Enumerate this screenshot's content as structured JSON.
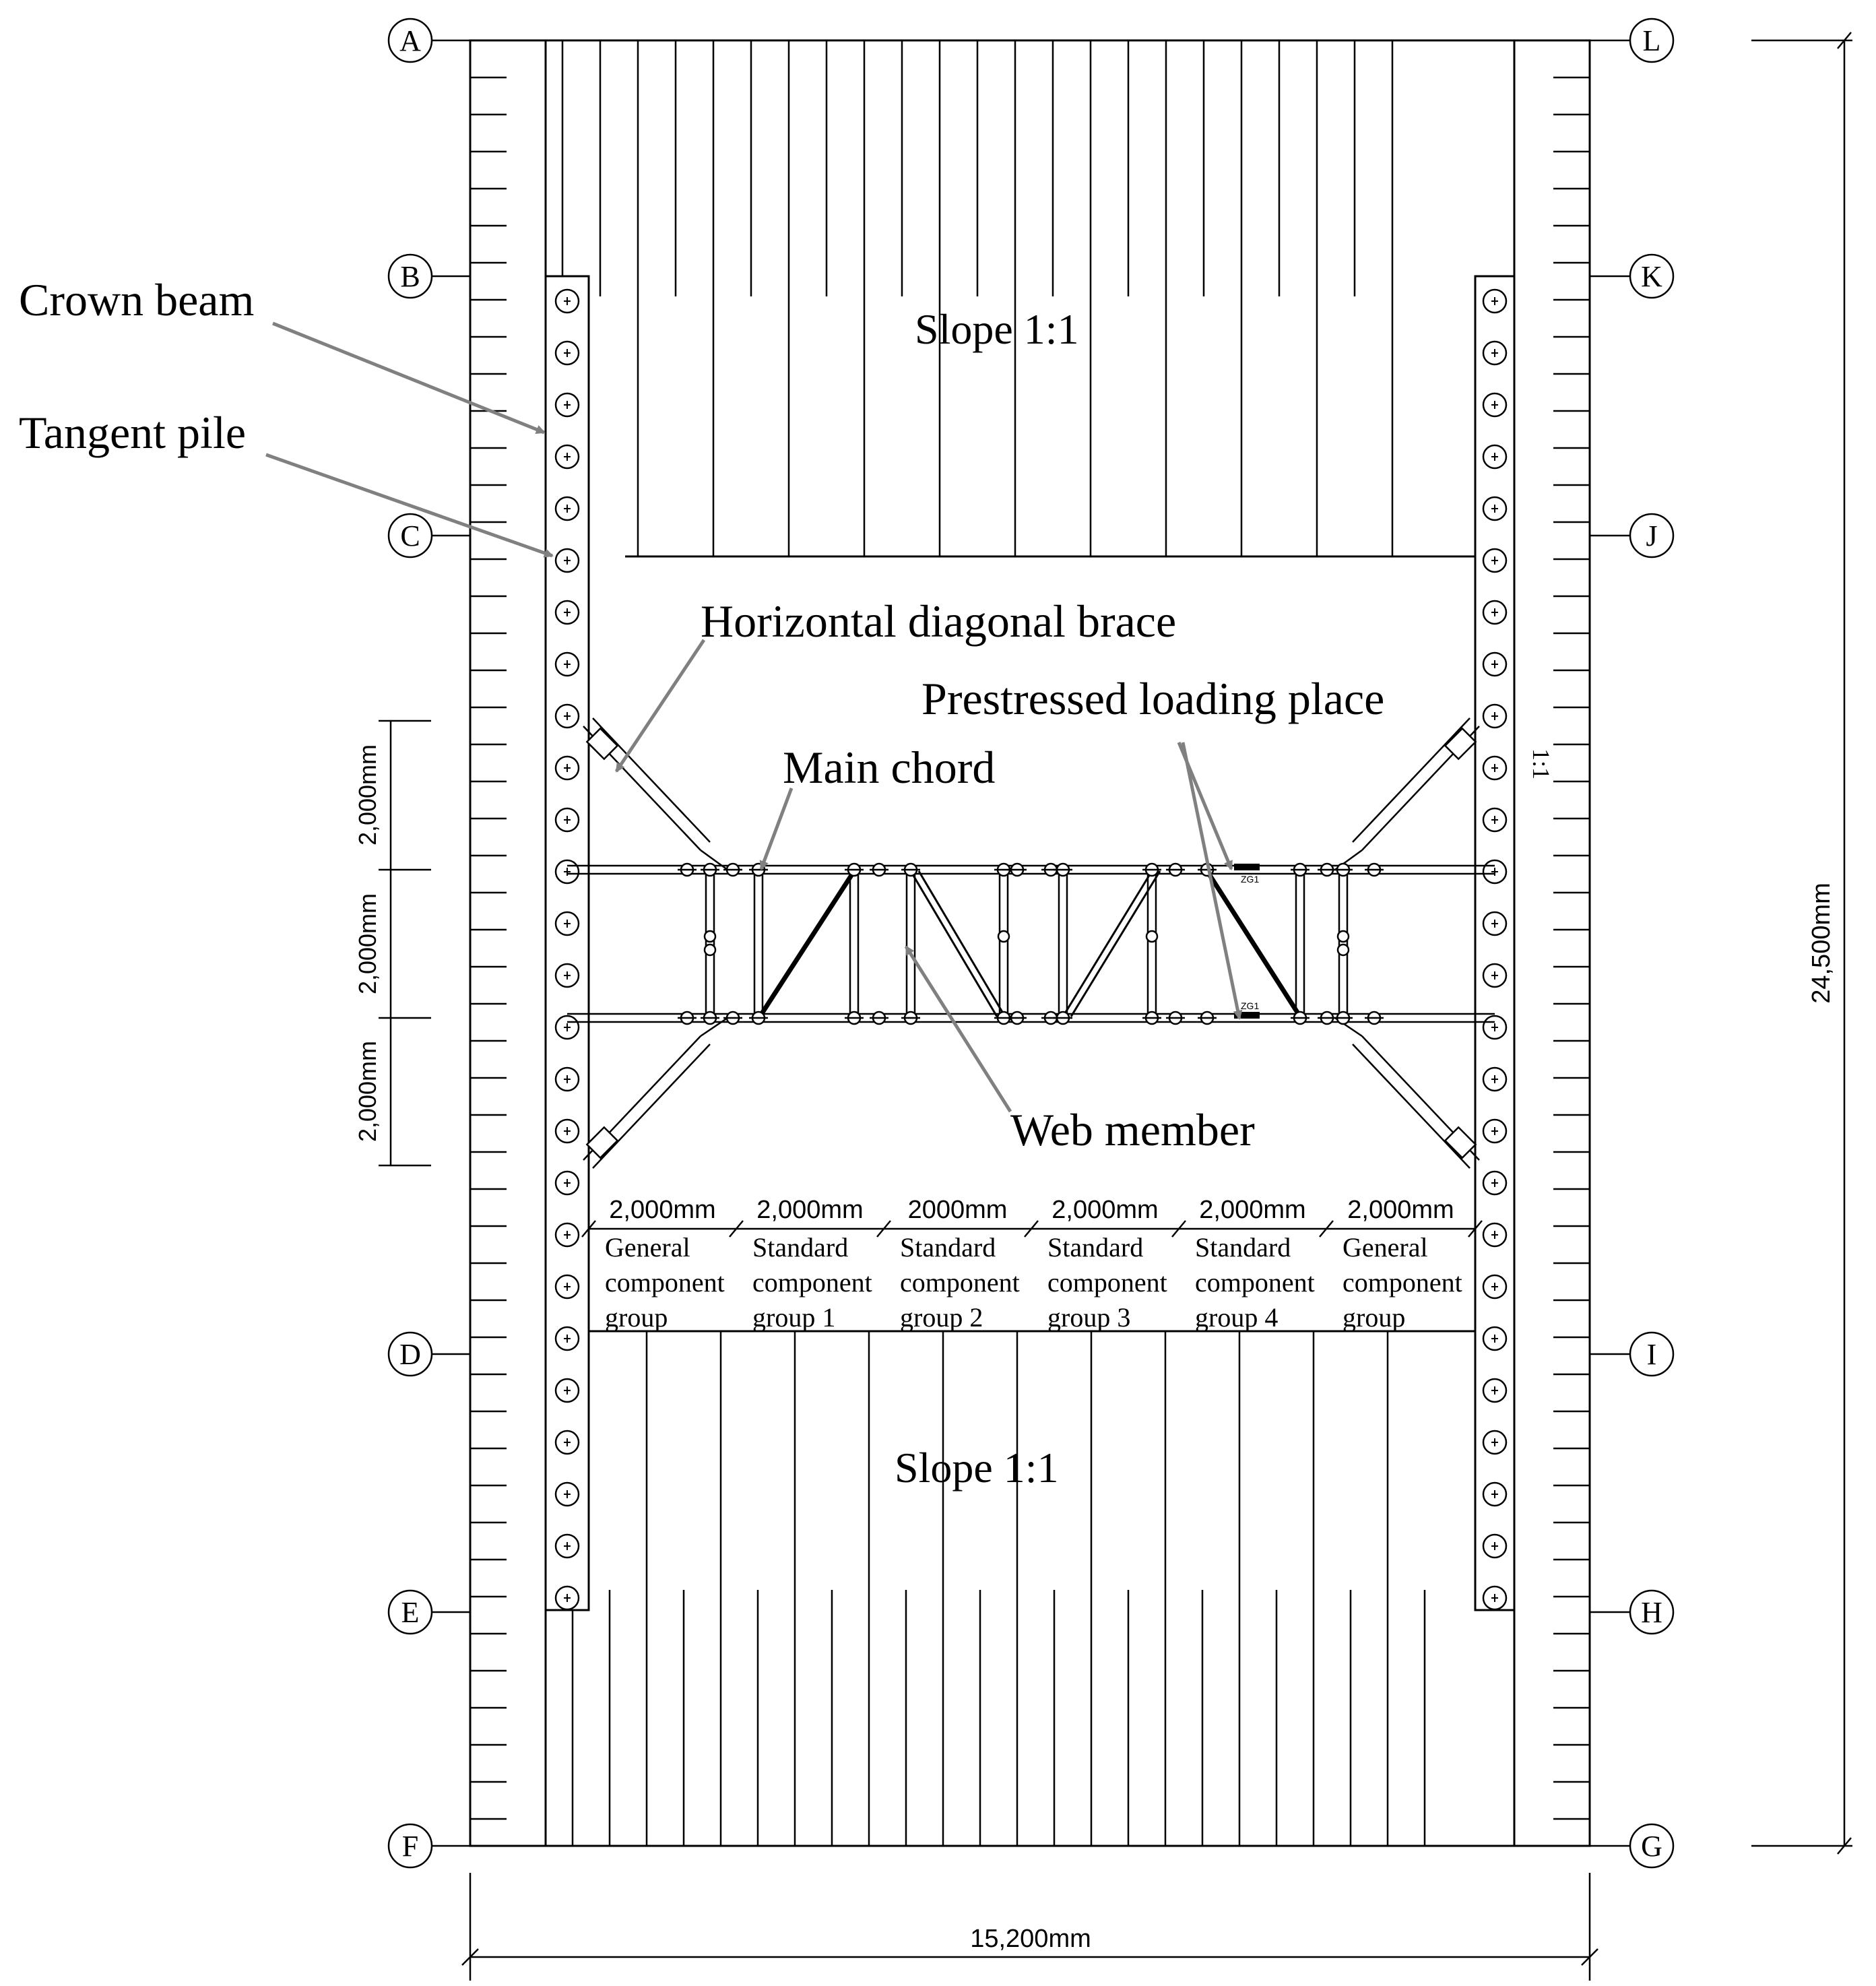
{
  "grid_axes": {
    "left": [
      "A",
      "B",
      "C",
      "D",
      "E",
      "F"
    ],
    "right": [
      "L",
      "K",
      "J",
      "I",
      "H",
      "G"
    ]
  },
  "callouts": {
    "crown_beam": "Crown beam",
    "tangent_pile": "Tangent pile",
    "horizontal_diagonal_brace": "Horizontal diagonal brace",
    "prestressed_loading_place": "Prestressed loading place",
    "main_chord": "Main chord",
    "web_member": "Web member"
  },
  "slopes": {
    "top": "Slope 1:1",
    "bottom": "Slope 1:1",
    "right_side": "1:1"
  },
  "markers": {
    "zg1": "ZG1"
  },
  "dimensions": {
    "total_width": "15,200mm",
    "total_height": "24,500mm",
    "vertical_spacings": [
      "2,000mm",
      "2,000mm",
      "2,000mm"
    ],
    "segment_widths": [
      "2,000mm",
      "2,000mm",
      "2000mm",
      "2,000mm",
      "2,000mm",
      "2,000mm"
    ]
  },
  "component_groups": [
    [
      "General",
      "component",
      "group"
    ],
    [
      "Standard",
      "component",
      "group 1"
    ],
    [
      "Standard",
      "component",
      "group 2"
    ],
    [
      "Standard",
      "component",
      "group 3"
    ],
    [
      "Standard",
      "component",
      "group 4"
    ],
    [
      "General",
      "component",
      "group"
    ]
  ]
}
